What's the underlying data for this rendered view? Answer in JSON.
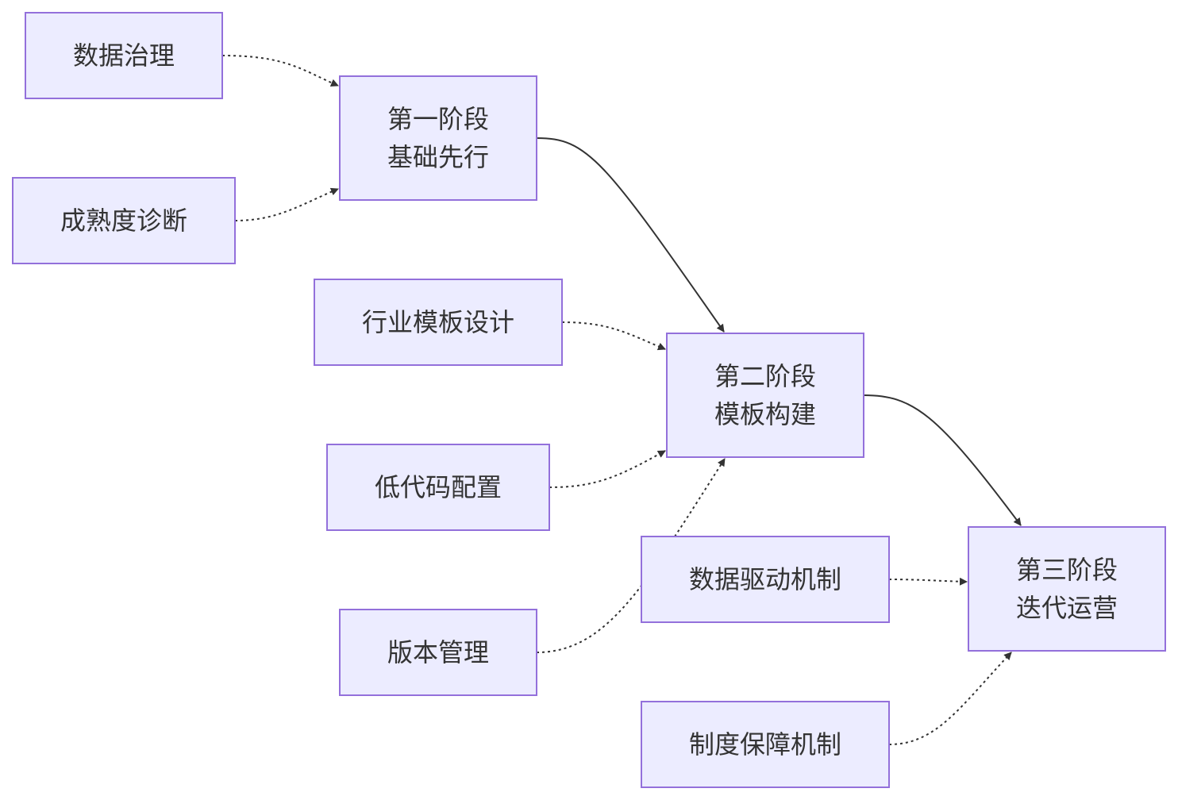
{
  "diagram": {
    "nodes": [
      {
        "id": "data-governance",
        "lines": [
          "数据治理"
        ]
      },
      {
        "id": "maturity-diagnosis",
        "lines": [
          "成熟度诊断"
        ]
      },
      {
        "id": "stage1",
        "lines": [
          "第一阶段",
          "基础先行"
        ]
      },
      {
        "id": "industry-template-design",
        "lines": [
          "行业模板设计"
        ]
      },
      {
        "id": "low-code-config",
        "lines": [
          "低代码配置"
        ]
      },
      {
        "id": "version-management",
        "lines": [
          "版本管理"
        ]
      },
      {
        "id": "stage2",
        "lines": [
          "第二阶段",
          "模板构建"
        ]
      },
      {
        "id": "data-driven-mechanism",
        "lines": [
          "数据驱动机制"
        ]
      },
      {
        "id": "institutional-guarantee",
        "lines": [
          "制度保障机制"
        ]
      },
      {
        "id": "stage3",
        "lines": [
          "第三阶段",
          "迭代运营"
        ]
      }
    ],
    "edges": [
      {
        "from": "data-governance",
        "to": "stage1",
        "style": "dotted"
      },
      {
        "from": "maturity-diagnosis",
        "to": "stage1",
        "style": "dotted"
      },
      {
        "from": "stage1",
        "to": "stage2",
        "style": "solid"
      },
      {
        "from": "industry-template-design",
        "to": "stage2",
        "style": "dotted"
      },
      {
        "from": "low-code-config",
        "to": "stage2",
        "style": "dotted"
      },
      {
        "from": "version-management",
        "to": "stage2",
        "style": "dotted"
      },
      {
        "from": "stage2",
        "to": "stage3",
        "style": "solid"
      },
      {
        "from": "data-driven-mechanism",
        "to": "stage3",
        "style": "dotted"
      },
      {
        "from": "institutional-guarantee",
        "to": "stage3",
        "style": "dotted"
      }
    ],
    "colors": {
      "node_fill": "#ececff",
      "node_stroke": "#9370db",
      "text": "#333333",
      "edge": "#333333"
    }
  }
}
